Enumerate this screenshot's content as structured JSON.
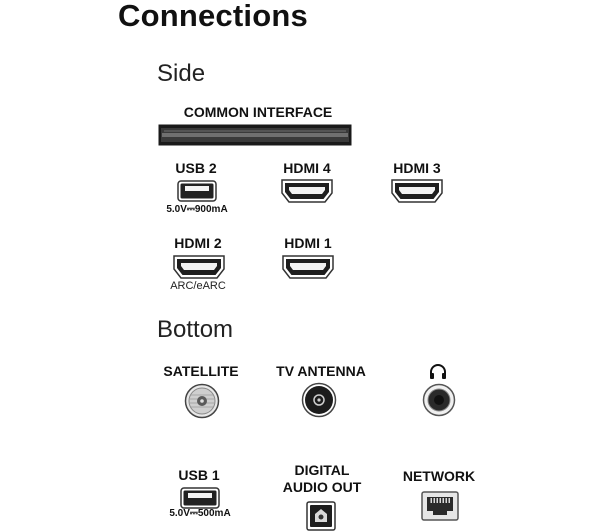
{
  "title": "Connections",
  "sections": {
    "side": "Side",
    "bottom": "Bottom"
  },
  "ports": {
    "common_interface": "COMMON INTERFACE",
    "usb2": {
      "label": "USB 2",
      "sub": "5.0V⎓900mA"
    },
    "hdmi4": {
      "label": "HDMI 4"
    },
    "hdmi3": {
      "label": "HDMI 3"
    },
    "hdmi2": {
      "label": "HDMI 2",
      "sub": "ARC/eARC"
    },
    "hdmi1": {
      "label": "HDMI 1"
    },
    "satellite": {
      "label": "SATELLITE"
    },
    "tv_antenna": {
      "label": "TV ANTENNA"
    },
    "headphone": {
      "icon": "headphone-icon"
    },
    "usb1": {
      "label": "USB 1",
      "sub": "5.0V⎓500mA"
    },
    "digital_audio_out": {
      "line1": "DIGITAL",
      "line2": "AUDIO OUT"
    },
    "network": {
      "label": "NETWORK"
    }
  }
}
